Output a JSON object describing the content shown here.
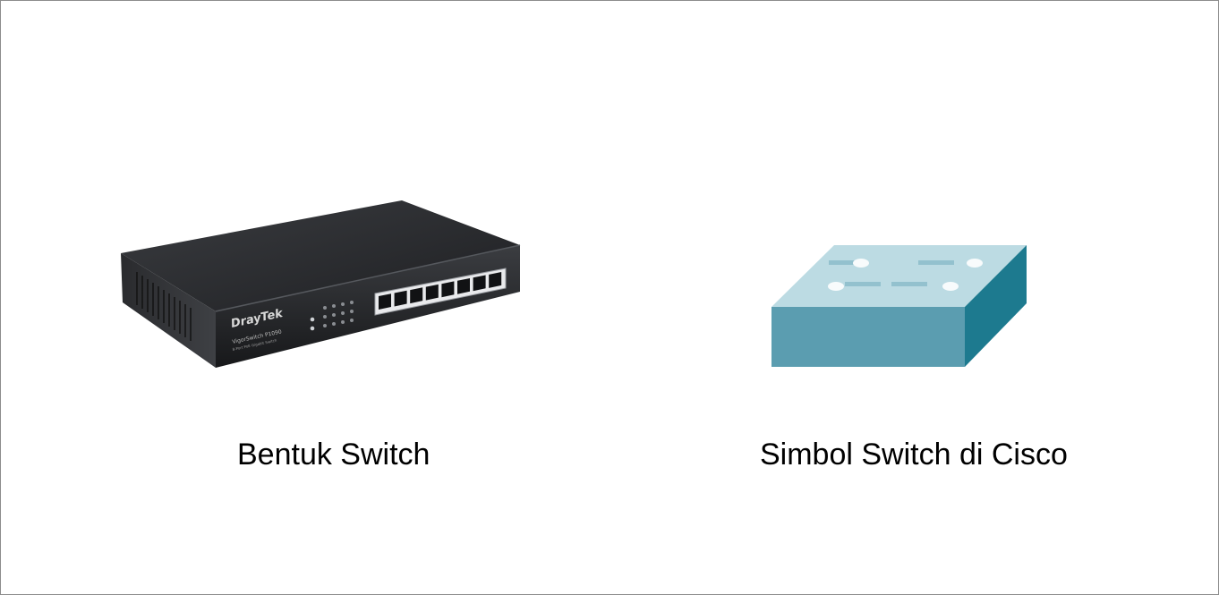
{
  "captions": {
    "left": "Bentuk Switch",
    "right": "Simbol Switch di Cisco"
  },
  "device": {
    "brand": "DrayTek",
    "model": "VigorSwitch P1090",
    "subtitle": "8-Port PoE Gigabit Switch",
    "port_count": 8
  },
  "colors": {
    "cisco_top": "#bcdbe3",
    "cisco_front": "#5b9db0",
    "cisco_side": "#1d7a8f",
    "device_body": "#2b2d30"
  }
}
